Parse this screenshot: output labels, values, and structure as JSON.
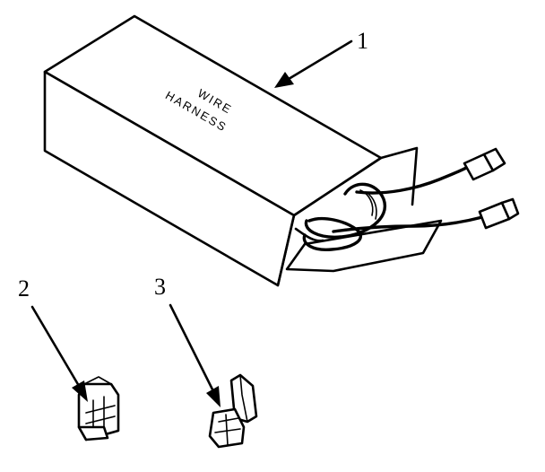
{
  "diagram": {
    "box_label_line1": "WIRE",
    "box_label_line2": "HARNESS",
    "callouts": [
      {
        "id": "1",
        "text": "1"
      },
      {
        "id": "2",
        "text": "2"
      },
      {
        "id": "3",
        "text": "3"
      }
    ],
    "colors": {
      "ink": "#000000",
      "paper": "#ffffff"
    }
  }
}
